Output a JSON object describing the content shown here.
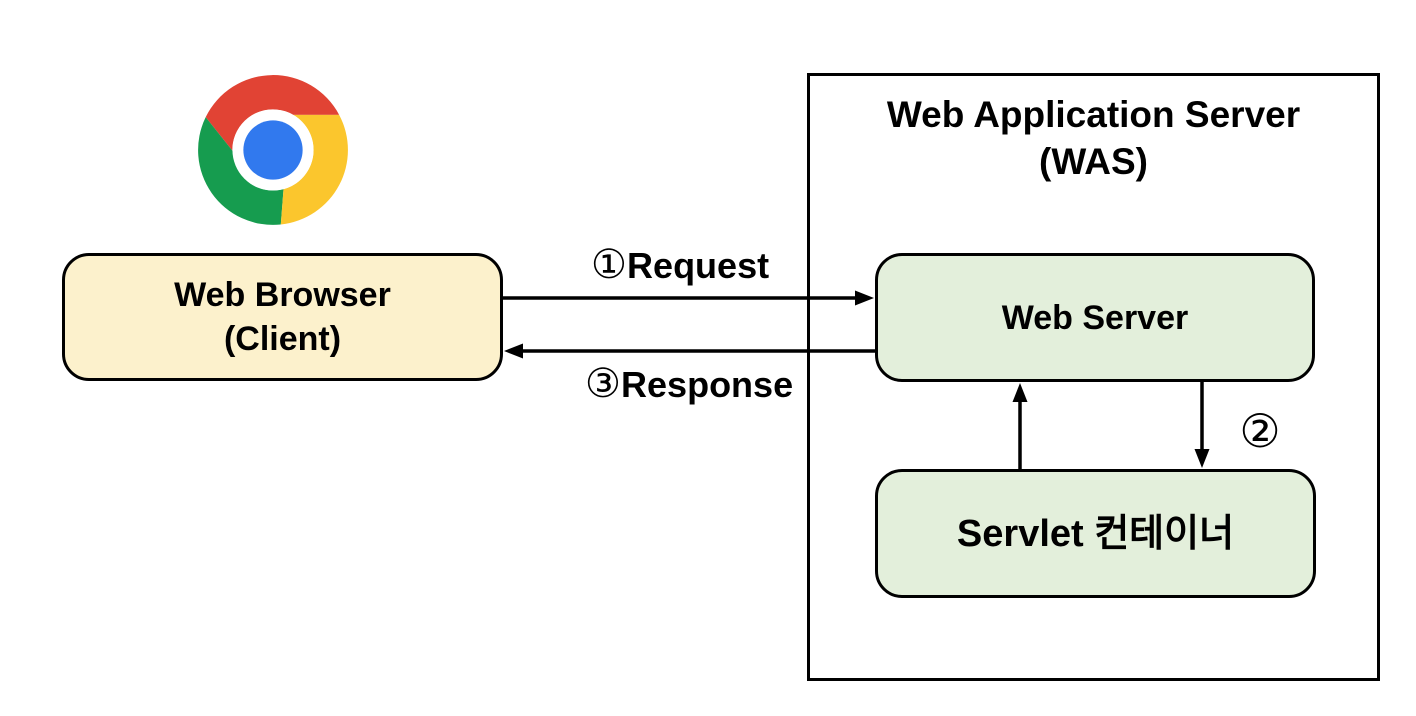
{
  "diagram": {
    "client": {
      "icon": "chrome-logo",
      "line1": "Web Browser",
      "line2": "(Client)"
    },
    "was": {
      "title_line1": "Web Application Server",
      "title_line2": "(WAS)"
    },
    "web_server": {
      "label": "Web Server"
    },
    "servlet_container": {
      "label": "Servlet 컨테이너"
    },
    "flow": {
      "request_num": "①",
      "request_word": "Request",
      "response_num": "③",
      "response_word": "Response",
      "step2_num": "②"
    },
    "colors": {
      "client_box_fill": "#FCF1CC",
      "server_box_fill": "#E3EFDB",
      "box_border": "#000000",
      "chrome_red": "#E14334",
      "chrome_yellow": "#FBC62D",
      "chrome_green": "#169C4F",
      "chrome_blue": "#3179EE"
    }
  }
}
